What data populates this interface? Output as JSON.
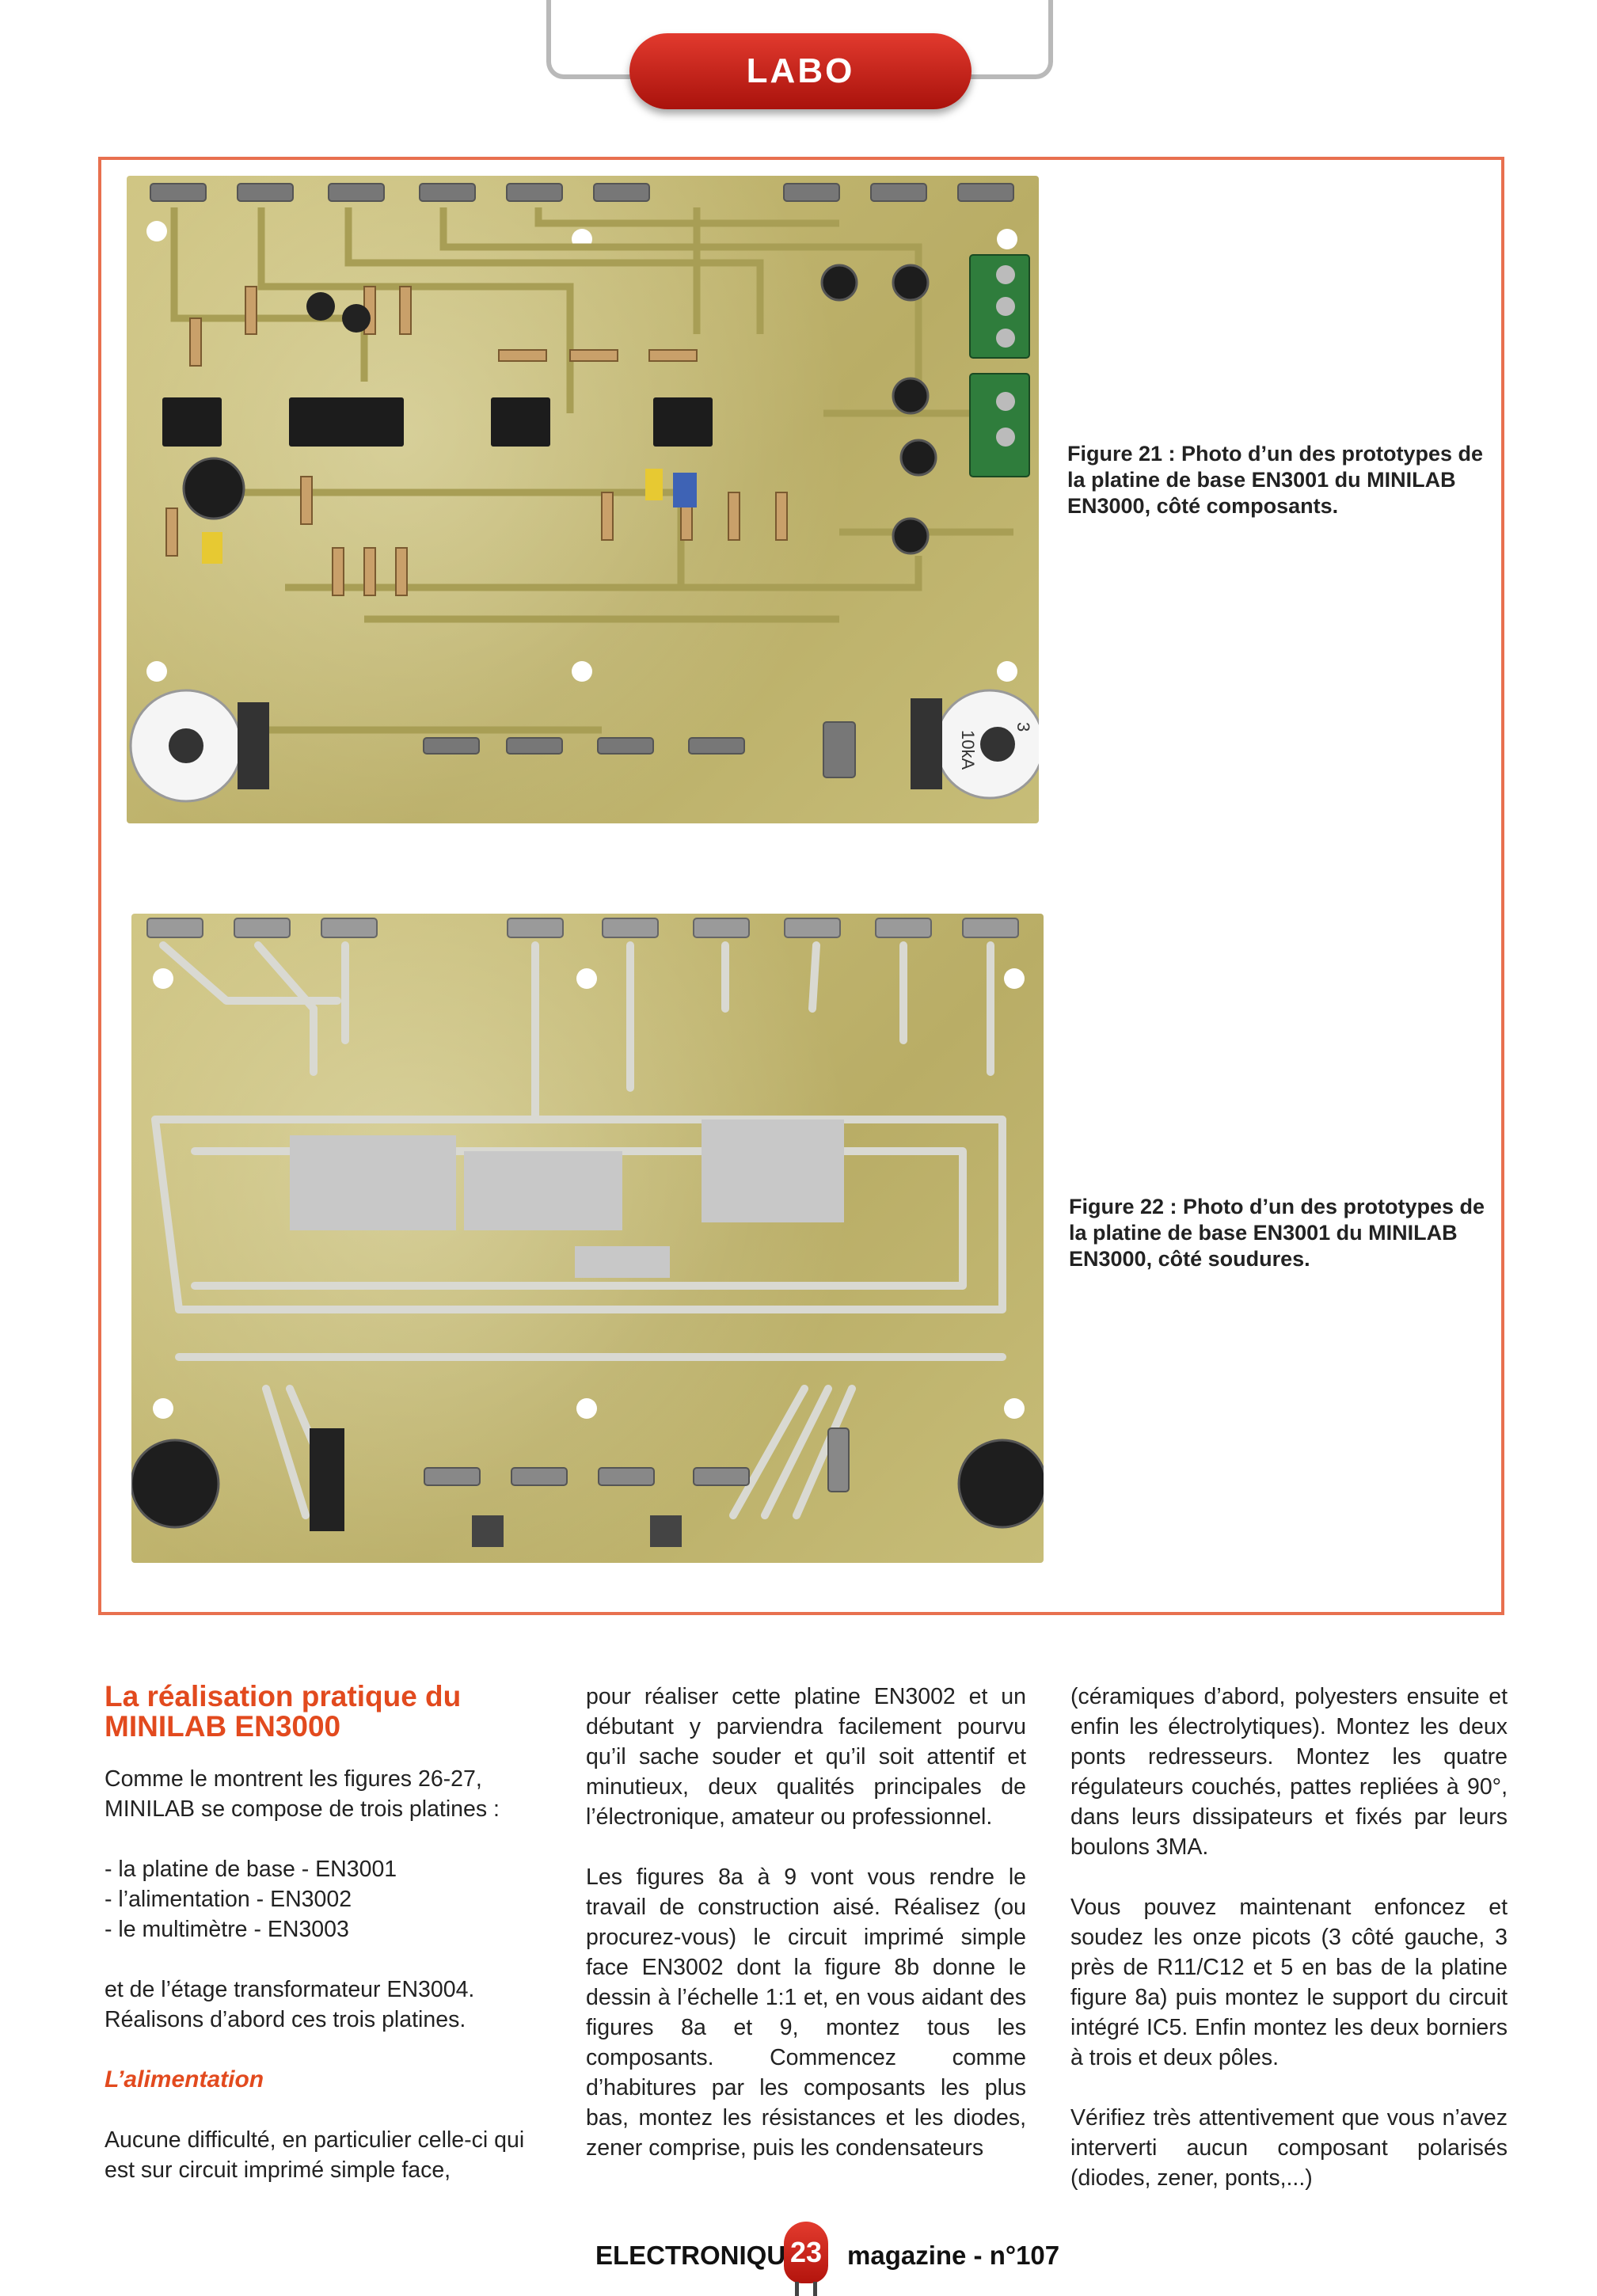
{
  "header": {
    "section_label": "LABO"
  },
  "figures": [
    {
      "caption": "Figure 21 : Photo d’un des prototypes de la platine de base EN3001 du MINILAB EN3000, côté composants."
    },
    {
      "caption": "Figure 22 : Photo d’un des prototypes de la platine de base EN3001 du MINILAB EN3000, côté soudures."
    }
  ],
  "article": {
    "title": "La réalisation pratique du MINILAB EN3000",
    "col1": {
      "p1": "Comme le montrent les figures 26-27, MINILAB se compose de trois platines :",
      "list": [
        "- la platine de base - EN3001",
        "- l’alimentation - EN3002",
        "- le multimètre - EN3003"
      ],
      "p2": "et de l’étage transformateur EN3004. Réalisons d’abord ces trois platines.",
      "subtitle": "L’alimentation",
      "p3": "Aucune difficulté, en particulier celle-ci qui est sur circuit imprimé simple face,"
    },
    "col2": {
      "p1": "pour réaliser cette platine EN3002 et un débutant y parviendra facilement pourvu qu’il sache souder et qu’il soit attentif et minutieux, deux qualités principales de l’électronique, amateur ou professionnel.",
      "p2": "Les figures 8a à 9 vont vous rendre le travail de construction aisé. Réalisez (ou procurez-vous) le circuit imprimé simple face EN3002 dont la figure 8b donne le dessin à l’échelle 1:1 et, en vous aidant des figures 8a et 9, montez tous les composants. Commencez comme d’habitures par les composants les plus bas, montez les résistances et les diodes, zener comprise, puis les condensateurs"
    },
    "col3": {
      "p1": "(céramiques d’abord, polyesters ensuite et enfin les électrolytiques). Montez les deux ponts redresseurs. Montez les quatre régulateurs couchés, pattes repliées à 90°, dans leurs dissipateurs et fixés par leurs boulons 3MA.",
      "p2": "Vous pouvez maintenant enfoncez et soudez les onze picots (3 côté gauche, 3 près de R11/C12 et 5 en bas de la platine figure 8a) puis montez le support du circuit intégré IC5. Enfin montez les deux borniers à trois et deux pôles.",
      "p3": "Vérifiez très attentivement que vous n’avez interverti aucun composant polarisés (diodes, zener, ponts,...)"
    }
  },
  "pcb_labels": {
    "potentiometer": "10kA",
    "potentiometer_number": "3"
  },
  "footer": {
    "magazine_left": "ELECTRONIQUE",
    "page_number": "23",
    "magazine_right": "magazine - n°107"
  }
}
